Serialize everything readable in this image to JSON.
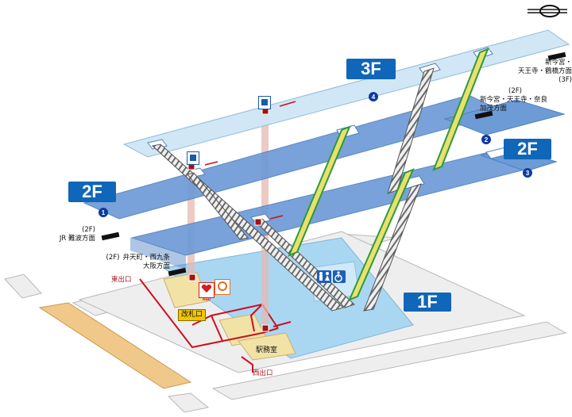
{
  "floors": {
    "f3": "3F",
    "f2_left": "2F",
    "f2_right": "2F",
    "f1": "1F"
  },
  "platforms": [
    {
      "num": "1",
      "label_floor": "(2F)",
      "label_dir": "JR 難波方面"
    },
    {
      "num": "2",
      "label_floor": "(2F)",
      "label_dir_line1": "新今宮・天王寺・奈良",
      "label_dir_line2": "加茂方面"
    },
    {
      "num": "3"
    },
    {
      "num": "4",
      "label_dir_line1": "新今宮・",
      "label_dir_line2": "天王寺・鶴橋方面",
      "label_floor": "(3F)"
    }
  ],
  "labels": {
    "left_mid_floor": "(2F)",
    "left_mid_line1": "弁天町・西九条",
    "left_mid_line2": "大阪方面",
    "east_exit": "東出口",
    "west_exit": "西出口",
    "ticket_gate": "改札口",
    "station_office": "駅務室",
    "aed": "AED"
  },
  "colors": {
    "floor3": "#cfe6f5",
    "floor2": "#6d9bd6",
    "floor1": "#a9d7f2",
    "accent_blue": "#1066b8",
    "route_red": "#cc1020",
    "escalator_green": "#2f9a38",
    "platform_grey": "#eeeeee"
  },
  "icons": [
    "compass-icon",
    "elevator-icon",
    "toilet-icon",
    "wheelchair-icon",
    "aed-icon",
    "first-aid-icon"
  ]
}
